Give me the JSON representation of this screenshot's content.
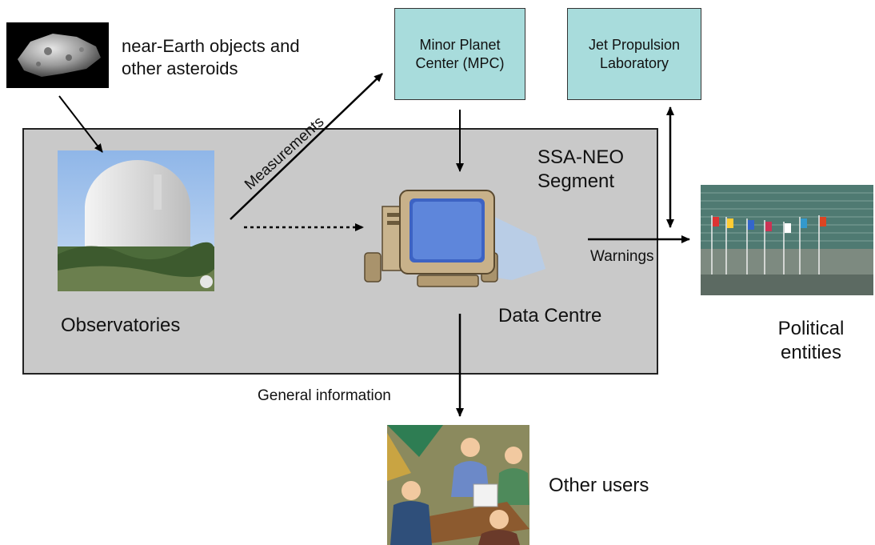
{
  "nodes": {
    "neo_label": "near-Earth objects and\nother asteroids",
    "mpc_label": "Minor Planet\nCenter (MPC)",
    "jpl_label": "Jet Propulsion\nLaboratory",
    "segment_label": "SSA-NEO\nSegment",
    "observatories_label": "Observatories",
    "data_centre_label": "Data Centre",
    "political_label": "Political\nentities",
    "other_users_label": "Other users"
  },
  "edges": {
    "measurements_label": "Measurements",
    "warnings_label": "Warnings",
    "general_info_label": "General information"
  },
  "colors": {
    "segment_fill": "#c9c9c9",
    "node_box_fill": "#a8dcdc"
  },
  "icons": [
    "asteroid-image",
    "observatory-image",
    "computer-icon",
    "un-building-image",
    "meeting-people-image"
  ]
}
